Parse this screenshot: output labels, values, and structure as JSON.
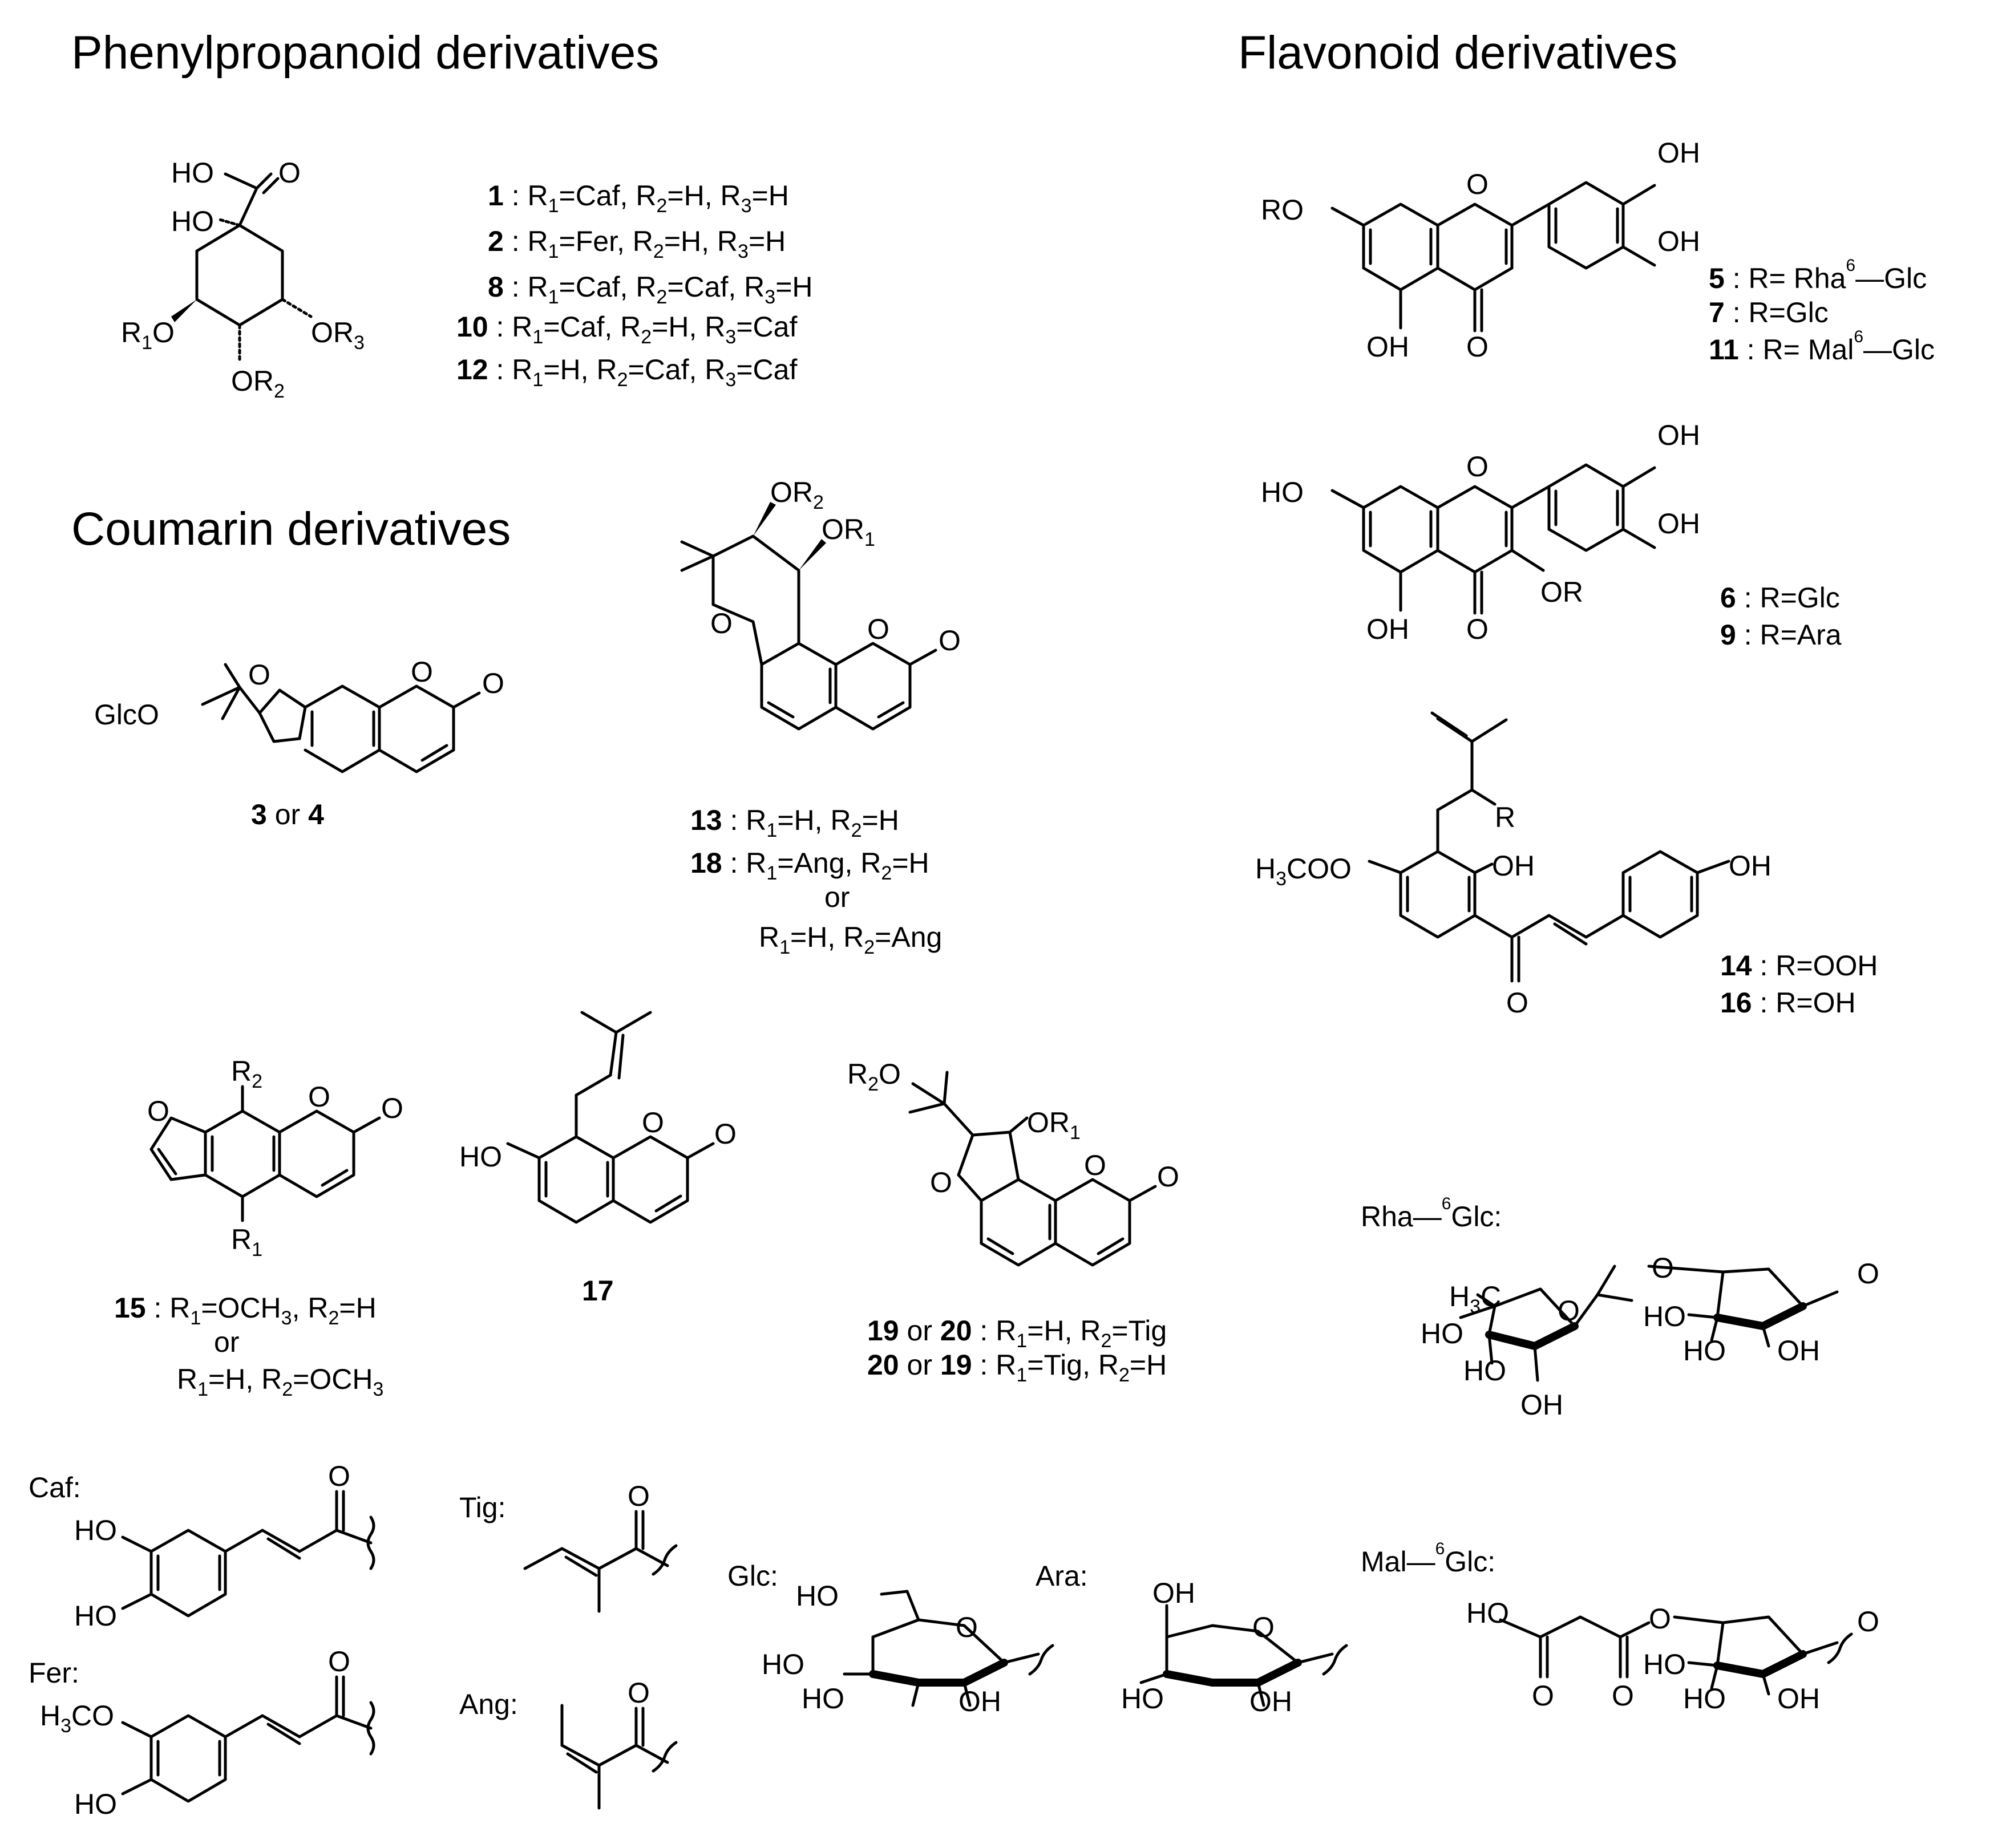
{
  "headings": {
    "phenylpropanoid": "Phenylpropanoid derivatives",
    "flavonoid": "Flavonoid derivatives",
    "coumarin": "Coumarin derivatives"
  },
  "phenyl_list": [
    {
      "num": "1",
      "r1": "Caf",
      "r2": "H",
      "r3": "H"
    },
    {
      "num": "2",
      "r1": "Fer",
      "r2": "H",
      "r3": "H"
    },
    {
      "num": "8",
      "r1": "Caf",
      "r2": "Caf",
      "r3": "H"
    },
    {
      "num": "10",
      "r1": "Caf",
      "r2": "H",
      "r3": "Caf"
    },
    {
      "num": "12",
      "r1": "H",
      "r2": "Caf",
      "r3": "Caf"
    }
  ],
  "flav_list_a": [
    {
      "num": "5",
      "r": "Rha",
      "link": "6",
      "r_b": "Glc"
    },
    {
      "num": "7",
      "r": "Glc"
    },
    {
      "num": "11",
      "r": "Mal",
      "link": "6",
      "r_b": "Glc"
    }
  ],
  "flav_list_b": [
    {
      "num": "6",
      "r": "Glc"
    },
    {
      "num": "9",
      "r": "Ara"
    }
  ],
  "chalcone_list": [
    {
      "num": "14",
      "r": "OOH"
    },
    {
      "num": "16",
      "r": "OH"
    }
  ],
  "coumarin_labels": {
    "c3": "3",
    "c4": "4",
    "or": "or",
    "c13": "13",
    "c18": "18",
    "c15": "15",
    "c17": "17",
    "c19": "19",
    "c20": "20"
  },
  "coum_13_18": [
    {
      "r1": "H",
      "r2": "H"
    },
    {
      "r1": "Ang",
      "r2": "H"
    },
    {
      "r1": "H",
      "r2": "Ang"
    }
  ],
  "coum_15": [
    {
      "r1": "OCH",
      "r1_sub": "3",
      "r2": "H"
    },
    {
      "r1": "H",
      "r2": "OCH",
      "r2_sub": "3"
    }
  ],
  "coum_19_20": [
    {
      "r1": "H",
      "r2": "Tig"
    },
    {
      "r1": "Tig",
      "r2": "H"
    }
  ],
  "substituents": {
    "caf": "Caf:",
    "fer": "Fer:",
    "tig": "Tig:",
    "ang": "Ang:",
    "glc": "Glc:",
    "ara": "Ara:",
    "rha_glc_a": "Rha",
    "rha_glc_link": "6",
    "rha_glc_b": "Glc:",
    "mal_glc_a": "Mal",
    "mal_glc_link": "6",
    "mal_glc_b": "Glc:"
  },
  "atoms": {
    "ho": "HO",
    "oh": "OH",
    "o": "O",
    "ro": "RO",
    "or_grp": "OR",
    "glco": "GlcO",
    "h3co": "H",
    "h3co_sub": "3",
    "h3co_tail": "CO",
    "h3c": "H",
    "h3c_sub": "3",
    "h3c_tail": "C",
    "r": "R",
    "r_letter": "R",
    "sub1": "1",
    "sub2": "2",
    "sub3": "3"
  }
}
